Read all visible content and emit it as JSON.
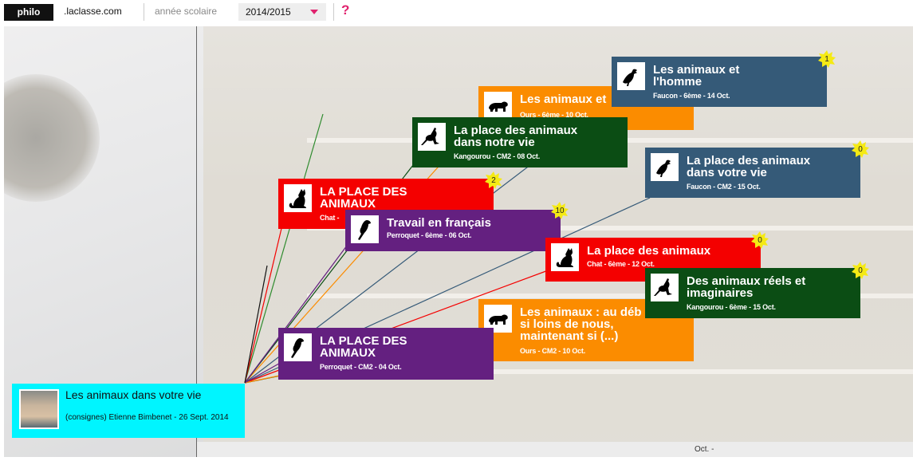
{
  "topbar": {
    "brand": "philo",
    "domain": ".laclasse.com",
    "year_label": "année scolaire",
    "year_value": "2014/2015",
    "help": "?"
  },
  "timeline": {
    "axis_label": "Oct. -"
  },
  "root": {
    "title": "Les animaux dans votre vie",
    "subtitle": "(consignes) Etienne Bimbenet - 26 Sept. 2014"
  },
  "cards": [
    {
      "id": "ours-6eme",
      "title": "Les animaux et",
      "subtitle": "Ours - 6ème - 10 Oct.",
      "color": "#fb8c00",
      "icon": "bear-icon"
    },
    {
      "id": "faucon-6eme",
      "title": "Les animaux et l'homme",
      "subtitle": "Faucon - 6ème - 14 Oct.",
      "color": "#355a78",
      "icon": "vulture-icon",
      "badge": "1"
    },
    {
      "id": "kangourou-cm2",
      "title": "La place des animaux dans notre vie",
      "subtitle": "Kangourou - CM2 - 08 Oct.",
      "color": "#0b4d14",
      "icon": "kangaroo-icon"
    },
    {
      "id": "faucon-cm2",
      "title": "La place des animaux dans votre vie",
      "subtitle": "Faucon - CM2 - 15 Oct.",
      "color": "#355a78",
      "icon": "vulture-icon",
      "badge": "0"
    },
    {
      "id": "chat-cm2",
      "title": "LA PLACE DES ANIMAUX",
      "subtitle": "Chat - ",
      "color": "#f40000",
      "icon": "cat-icon",
      "badge": "2"
    },
    {
      "id": "perroquet-6eme",
      "title": "Travail en français",
      "subtitle": "Perroquet - 6ème - 06 Oct.",
      "color": "#642080",
      "icon": "parrot-icon",
      "badge": "10"
    },
    {
      "id": "chat-6eme",
      "title": "La place des animaux",
      "subtitle": "Chat - 6ème - 12 Oct.",
      "color": "#f40000",
      "icon": "cat-icon",
      "badge": "0"
    },
    {
      "id": "kangourou-6eme",
      "title": "Des animaux réels et imaginaires",
      "subtitle": "Kangourou - 6ème - 15 Oct.",
      "color": "#0b4d14",
      "icon": "kangaroo-icon",
      "badge": "0"
    },
    {
      "id": "ours-cm2",
      "title": "Les animaux : au déb si loins de nous, maintenant si (...)",
      "subtitle": "Ours - CM2 - 10 Oct.",
      "color": "#fb8c00",
      "icon": "bear-icon"
    },
    {
      "id": "perroquet-cm2",
      "title": "LA PLACE DES ANIMAUX",
      "subtitle": "Perroquet - CM2 - 04 Oct.",
      "color": "#642080",
      "icon": "parrot-icon"
    }
  ]
}
